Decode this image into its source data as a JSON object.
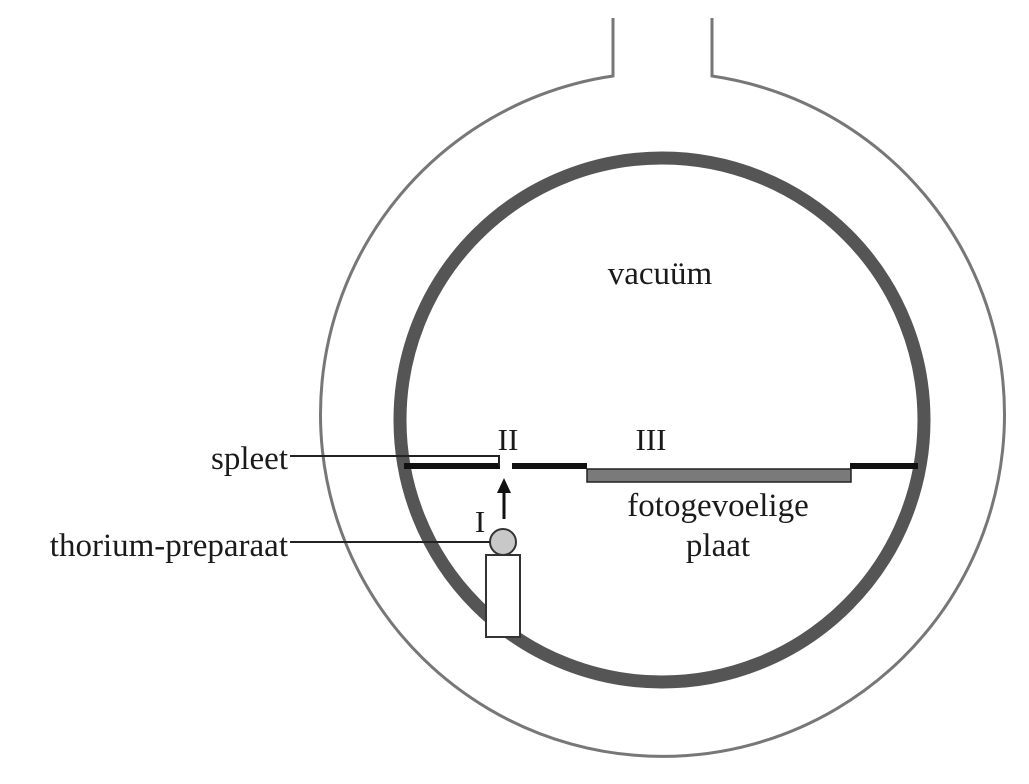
{
  "labels": {
    "vacuum": "vacuüm",
    "slit": "spleet",
    "source": "thorium-preparaat",
    "plate_line1": "fotogevoelige",
    "plate_line2": "plaat",
    "point_1": "I",
    "point_2": "II",
    "point_3": "III"
  },
  "colors": {
    "outer_vessel": "#777777",
    "inner_wall": "#555555",
    "separator": "#111111",
    "plate": "#7a7a7a",
    "source_sphere": "#c8c8c8",
    "leader_line": "#222222"
  }
}
